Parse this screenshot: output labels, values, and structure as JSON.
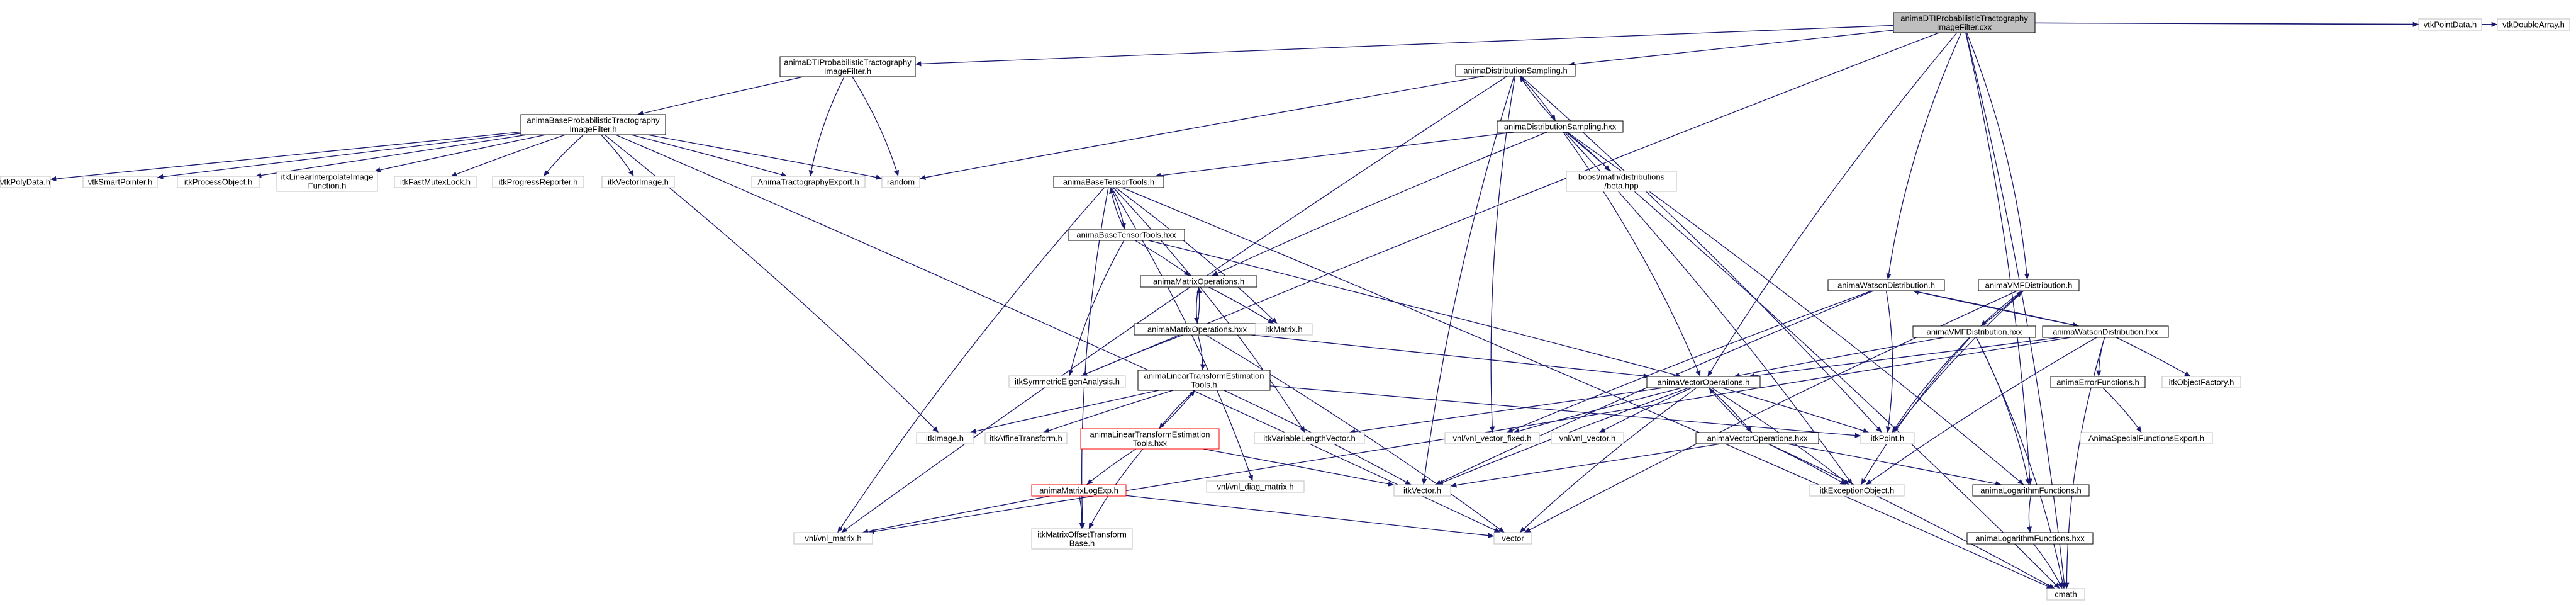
{
  "graph": {
    "nodes": [
      {
        "id": "root",
        "lines": [
          "animaDTIProbabilisticTractography",
          "ImageFilter.cxx"
        ],
        "style": "root"
      },
      {
        "id": "dtiH",
        "lines": [
          "animaDTIProbabilisticTractography",
          "ImageFilter.h"
        ],
        "style": "normal"
      },
      {
        "id": "distH",
        "lines": [
          "animaDistributionSampling.h"
        ],
        "style": "normal"
      },
      {
        "id": "distHxx",
        "lines": [
          "animaDistributionSampling.hxx"
        ],
        "style": "normal"
      },
      {
        "id": "baseH",
        "lines": [
          "animaBaseProbabilisticTractography",
          "ImageFilter.h"
        ],
        "style": "normal"
      },
      {
        "id": "vtkPointData",
        "lines": [
          "vtkPointData.h"
        ],
        "style": "gray"
      },
      {
        "id": "vtkDoubleArray",
        "lines": [
          "vtkDoubleArray.h"
        ],
        "style": "gray"
      },
      {
        "id": "vtkPolyData",
        "lines": [
          "vtkPolyData.h"
        ],
        "style": "gray"
      },
      {
        "id": "vtkSmartPointer",
        "lines": [
          "vtkSmartPointer.h"
        ],
        "style": "gray"
      },
      {
        "id": "itkProcessObject",
        "lines": [
          "itkProcessObject.h"
        ],
        "style": "gray"
      },
      {
        "id": "itkLinInterp",
        "lines": [
          "itkLinearInterpolateImage",
          "Function.h"
        ],
        "style": "gray"
      },
      {
        "id": "itkFastMutex",
        "lines": [
          "itkFastMutexLock.h"
        ],
        "style": "gray"
      },
      {
        "id": "itkProgress",
        "lines": [
          "itkProgressReporter.h"
        ],
        "style": "gray"
      },
      {
        "id": "itkVectorImage",
        "lines": [
          "itkVectorImage.h"
        ],
        "style": "gray"
      },
      {
        "id": "tractExport",
        "lines": [
          "AnimaTractographyExport.h"
        ],
        "style": "gray"
      },
      {
        "id": "random",
        "lines": [
          "random"
        ],
        "style": "gray"
      },
      {
        "id": "boostBeta",
        "lines": [
          "boost/math/distributions",
          "/beta.hpp"
        ],
        "style": "gray"
      },
      {
        "id": "baseTensorH",
        "lines": [
          "animaBaseTensorTools.h"
        ],
        "style": "normal"
      },
      {
        "id": "baseTensorHxx",
        "lines": [
          "animaBaseTensorTools.hxx"
        ],
        "style": "normal"
      },
      {
        "id": "matOpH",
        "lines": [
          "animaMatrixOperations.h"
        ],
        "style": "normal"
      },
      {
        "id": "matOpHxx",
        "lines": [
          "animaMatrixOperations.hxx"
        ],
        "style": "normal"
      },
      {
        "id": "itkMatrix",
        "lines": [
          "itkMatrix.h"
        ],
        "style": "gray"
      },
      {
        "id": "itkSymEig",
        "lines": [
          "itkSymmetricEigenAnalysis.h"
        ],
        "style": "gray"
      },
      {
        "id": "linTransH",
        "lines": [
          "animaLinearTransformEstimation",
          "Tools.h"
        ],
        "style": "normal"
      },
      {
        "id": "linTransHxx",
        "lines": [
          "animaLinearTransformEstimation",
          "Tools.hxx"
        ],
        "style": "red"
      },
      {
        "id": "itkImage",
        "lines": [
          "itkImage.h"
        ],
        "style": "gray"
      },
      {
        "id": "itkAffine",
        "lines": [
          "itkAffineTransform.h"
        ],
        "style": "gray"
      },
      {
        "id": "itkVarLen",
        "lines": [
          "itkVariableLengthVector.h"
        ],
        "style": "gray"
      },
      {
        "id": "matLogExp",
        "lines": [
          "animaMatrixLogExp.h"
        ],
        "style": "red"
      },
      {
        "id": "vnlDiag",
        "lines": [
          "vnl/vnl_diag_matrix.h"
        ],
        "style": "gray"
      },
      {
        "id": "itkVector",
        "lines": [
          "itkVector.h"
        ],
        "style": "gray"
      },
      {
        "id": "vnlMatrix",
        "lines": [
          "vnl/vnl_matrix.h"
        ],
        "style": "gray"
      },
      {
        "id": "itkMatOff",
        "lines": [
          "itkMatrixOffsetTransform",
          "Base.h"
        ],
        "style": "gray"
      },
      {
        "id": "vector",
        "lines": [
          "vector"
        ],
        "style": "gray"
      },
      {
        "id": "cmath",
        "lines": [
          "cmath"
        ],
        "style": "gray"
      },
      {
        "id": "watsonH",
        "lines": [
          "animaWatsonDistribution.h"
        ],
        "style": "normal"
      },
      {
        "id": "vmfH",
        "lines": [
          "animaVMFDistribution.h"
        ],
        "style": "normal"
      },
      {
        "id": "vmfHxx",
        "lines": [
          "animaVMFDistribution.hxx"
        ],
        "style": "normal"
      },
      {
        "id": "watsonHxx",
        "lines": [
          "animaWatsonDistribution.hxx"
        ],
        "style": "normal"
      },
      {
        "id": "vecOpH",
        "lines": [
          "animaVectorOperations.h"
        ],
        "style": "normal"
      },
      {
        "id": "vecOpHxx",
        "lines": [
          "animaVectorOperations.hxx"
        ],
        "style": "normal"
      },
      {
        "id": "vnlVecFixed",
        "lines": [
          "vnl/vnl_vector_fixed.h"
        ],
        "style": "gray"
      },
      {
        "id": "vnlVector",
        "lines": [
          "vnl/vnl_vector.h"
        ],
        "style": "gray"
      },
      {
        "id": "itkPoint",
        "lines": [
          "itkPoint.h"
        ],
        "style": "gray"
      },
      {
        "id": "itkException",
        "lines": [
          "itkExceptionObject.h"
        ],
        "style": "gray"
      },
      {
        "id": "logH",
        "lines": [
          "animaLogarithmFunctions.h"
        ],
        "style": "normal"
      },
      {
        "id": "logHxx",
        "lines": [
          "animaLogarithmFunctions.hxx"
        ],
        "style": "normal"
      },
      {
        "id": "errorH",
        "lines": [
          "animaErrorFunctions.h"
        ],
        "style": "normal"
      },
      {
        "id": "specExport",
        "lines": [
          "AnimaSpecialFunctionsExport.h"
        ],
        "style": "gray"
      },
      {
        "id": "itkObjFactory",
        "lines": [
          "itkObjectFactory.h"
        ],
        "style": "gray"
      }
    ],
    "edges": [
      [
        "root",
        "dtiH"
      ],
      [
        "root",
        "distH"
      ],
      [
        "root",
        "vtkPointData"
      ],
      [
        "root",
        "vtkDoubleArray"
      ],
      [
        "root",
        "itkSymEig"
      ],
      [
        "root",
        "vecOpH"
      ],
      [
        "root",
        "watsonH"
      ],
      [
        "root",
        "vmfH"
      ],
      [
        "root",
        "logH"
      ],
      [
        "root",
        "cmath"
      ],
      [
        "dtiH",
        "baseH"
      ],
      [
        "dtiH",
        "tractExport"
      ],
      [
        "dtiH",
        "random"
      ],
      [
        "baseH",
        "vtkPolyData"
      ],
      [
        "baseH",
        "vtkSmartPointer"
      ],
      [
        "baseH",
        "itkProcessObject"
      ],
      [
        "baseH",
        "itkLinInterp"
      ],
      [
        "baseH",
        "itkFastMutex"
      ],
      [
        "baseH",
        "itkProgress"
      ],
      [
        "baseH",
        "itkVectorImage"
      ],
      [
        "baseH",
        "tractExport"
      ],
      [
        "baseH",
        "random"
      ],
      [
        "baseH",
        "itkImage"
      ],
      [
        "baseH",
        "vector"
      ],
      [
        "distH",
        "random"
      ],
      [
        "distH",
        "distHxx"
      ],
      [
        "distH",
        "vnlMatrix"
      ],
      [
        "distH",
        "itkVector"
      ],
      [
        "distH",
        "vnlVecFixed"
      ],
      [
        "distH",
        "itkPoint"
      ],
      [
        "distHxx",
        "distH"
      ],
      [
        "distHxx",
        "boostBeta"
      ],
      [
        "distHxx",
        "baseTensorH"
      ],
      [
        "distHxx",
        "matOpH"
      ],
      [
        "distHxx",
        "vecOpH"
      ],
      [
        "distHxx",
        "itkException"
      ],
      [
        "distHxx",
        "logH"
      ],
      [
        "distHxx",
        "cmath"
      ],
      [
        "baseTensorH",
        "baseTensorHxx"
      ],
      [
        "baseTensorH",
        "itkMatrix"
      ],
      [
        "baseTensorH",
        "vnlMatrix"
      ],
      [
        "baseTensorH",
        "itkVarLen"
      ],
      [
        "baseTensorH",
        "vnlDiag"
      ],
      [
        "baseTensorH",
        "itkMatOff"
      ],
      [
        "baseTensorH",
        "cmath"
      ],
      [
        "baseTensorHxx",
        "baseTensorH"
      ],
      [
        "baseTensorHxx",
        "matOpH"
      ],
      [
        "baseTensorHxx",
        "itkSymEig"
      ],
      [
        "baseTensorHxx",
        "vecOpH"
      ],
      [
        "matOpH",
        "matOpHxx"
      ],
      [
        "matOpH",
        "itkMatrix"
      ],
      [
        "matOpHxx",
        "matOpH"
      ],
      [
        "matOpHxx",
        "itkSymEig"
      ],
      [
        "matOpHxx",
        "linTransH"
      ],
      [
        "matOpHxx",
        "vecOpH"
      ],
      [
        "matOpHxx",
        "vector"
      ],
      [
        "linTransH",
        "linTransHxx"
      ],
      [
        "linTransH",
        "itkImage"
      ],
      [
        "linTransH",
        "itkAffine"
      ],
      [
        "linTransH",
        "itkVector"
      ],
      [
        "linTransH",
        "itkPoint"
      ],
      [
        "linTransHxx",
        "linTransH"
      ],
      [
        "linTransHxx",
        "matLogExp"
      ],
      [
        "linTransHxx",
        "itkMatOff"
      ],
      [
        "linTransHxx",
        "itkVector"
      ],
      [
        "matLogExp",
        "vnlMatrix"
      ],
      [
        "matLogExp",
        "itkMatOff"
      ],
      [
        "matLogExp",
        "vector"
      ],
      [
        "watsonH",
        "watsonHxx"
      ],
      [
        "watsonH",
        "vnlVecFixed"
      ],
      [
        "watsonH",
        "itkPoint"
      ],
      [
        "watsonH",
        "itkVector"
      ],
      [
        "vmfH",
        "vmfHxx"
      ],
      [
        "vmfH",
        "itkPoint"
      ],
      [
        "vmfH",
        "vector"
      ],
      [
        "vmfHxx",
        "vmfH"
      ],
      [
        "vmfHxx",
        "vecOpH"
      ],
      [
        "vmfHxx",
        "itkException"
      ],
      [
        "vmfHxx",
        "logH"
      ],
      [
        "vmfHxx",
        "cmath"
      ],
      [
        "vmfHxx",
        "itkPoint"
      ],
      [
        "watsonHxx",
        "watsonH"
      ],
      [
        "watsonHxx",
        "vecOpH"
      ],
      [
        "watsonHxx",
        "errorH"
      ],
      [
        "watsonHxx",
        "itkObjFactory"
      ],
      [
        "watsonHxx",
        "itkException"
      ],
      [
        "watsonHxx",
        "cmath"
      ],
      [
        "watsonHxx",
        "vnlMatrix"
      ],
      [
        "vecOpH",
        "vecOpHxx"
      ],
      [
        "vecOpH",
        "itkVarLen"
      ],
      [
        "vecOpH",
        "vnlVecFixed"
      ],
      [
        "vecOpH",
        "vnlVector"
      ],
      [
        "vecOpH",
        "itkPoint"
      ],
      [
        "vecOpH",
        "itkVector"
      ],
      [
        "vecOpH",
        "vector"
      ],
      [
        "vecOpH",
        "itkException"
      ],
      [
        "vecOpHxx",
        "vecOpH"
      ],
      [
        "vecOpHxx",
        "itkException"
      ],
      [
        "vecOpHxx",
        "logH"
      ],
      [
        "vecOpHxx",
        "cmath"
      ],
      [
        "vecOpHxx",
        "itkVector"
      ],
      [
        "logH",
        "logHxx"
      ],
      [
        "logHxx",
        "cmath"
      ],
      [
        "errorH",
        "specExport"
      ]
    ]
  },
  "colors": {
    "edge": "#191970",
    "root_fill": "#bfbfbf",
    "normal_fill": "#ffffff",
    "normal_border": "#000000",
    "gray_border": "#bfbfbf",
    "red_border": "#ff0000"
  }
}
